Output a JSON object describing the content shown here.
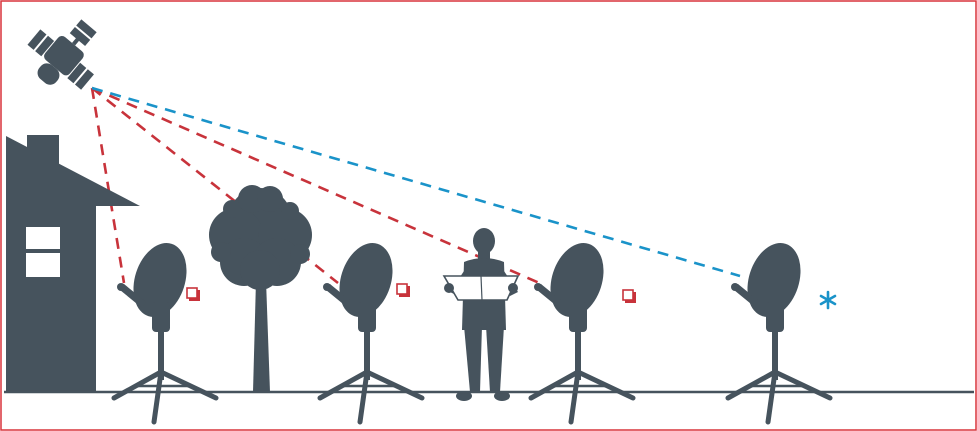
{
  "diagram": {
    "colors": {
      "frame": "#d9343b",
      "silhouette": "#46535d",
      "obstructed_line": "#c8333b",
      "clear_line": "#1a93c9",
      "ground": "#46535d",
      "background": "#ffffff"
    },
    "elements": {
      "satellite": "satellite-icon",
      "house": "house-icon",
      "tree": "tree-icon",
      "person": "person-with-map-icon",
      "dish": "satellite-dish-icon"
    },
    "markers": [
      {
        "dish": 1,
        "symbol": "checkbox",
        "color": "#c8333b",
        "signal": "blocked"
      },
      {
        "dish": 2,
        "symbol": "checkbox",
        "color": "#c8333b",
        "signal": "blocked"
      },
      {
        "dish": 3,
        "symbol": "checkbox",
        "color": "#c8333b",
        "signal": "blocked"
      },
      {
        "dish": 4,
        "symbol": "asterisk",
        "color": "#1a93c9",
        "signal": "clear"
      }
    ]
  }
}
